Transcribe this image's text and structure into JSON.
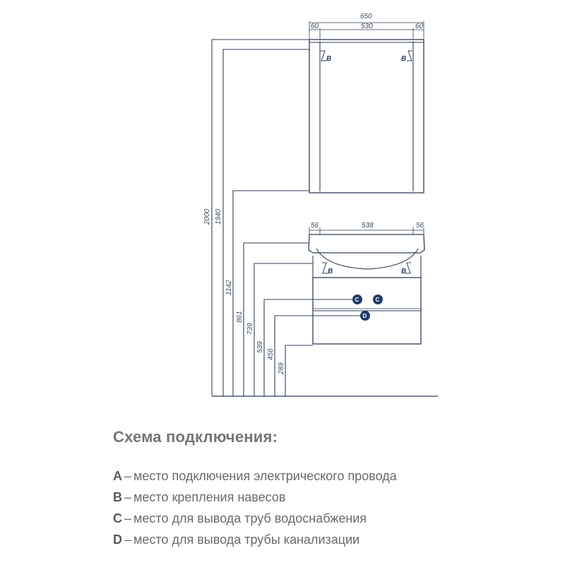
{
  "top_cabinet": {
    "overall_width": "650",
    "side_left": "60",
    "inner": "530",
    "side_right": "60",
    "mark_left": "B",
    "mark_right": "B"
  },
  "vanity": {
    "side_left": "56",
    "inner": "538",
    "side_right": "56",
    "mark_left": "B",
    "mark_right": "B",
    "dot_c_left": "C",
    "dot_c_right": "C",
    "dot_d": "D"
  },
  "heights": [
    "2000",
    "1940",
    "1142",
    "861",
    "739",
    "539",
    "456",
    "289"
  ],
  "colors": {
    "line": "#2f3f57",
    "dot": "#1f3a6b"
  },
  "legend": {
    "title": "Схема подключения:",
    "items": [
      {
        "key": "A",
        "text": "место подключения электрического провода"
      },
      {
        "key": "B",
        "text": "место крепления навесов"
      },
      {
        "key": "C",
        "text": "место для вывода труб водоснабжения"
      },
      {
        "key": "D",
        "text": "место для вывода трубы канализации"
      }
    ]
  }
}
